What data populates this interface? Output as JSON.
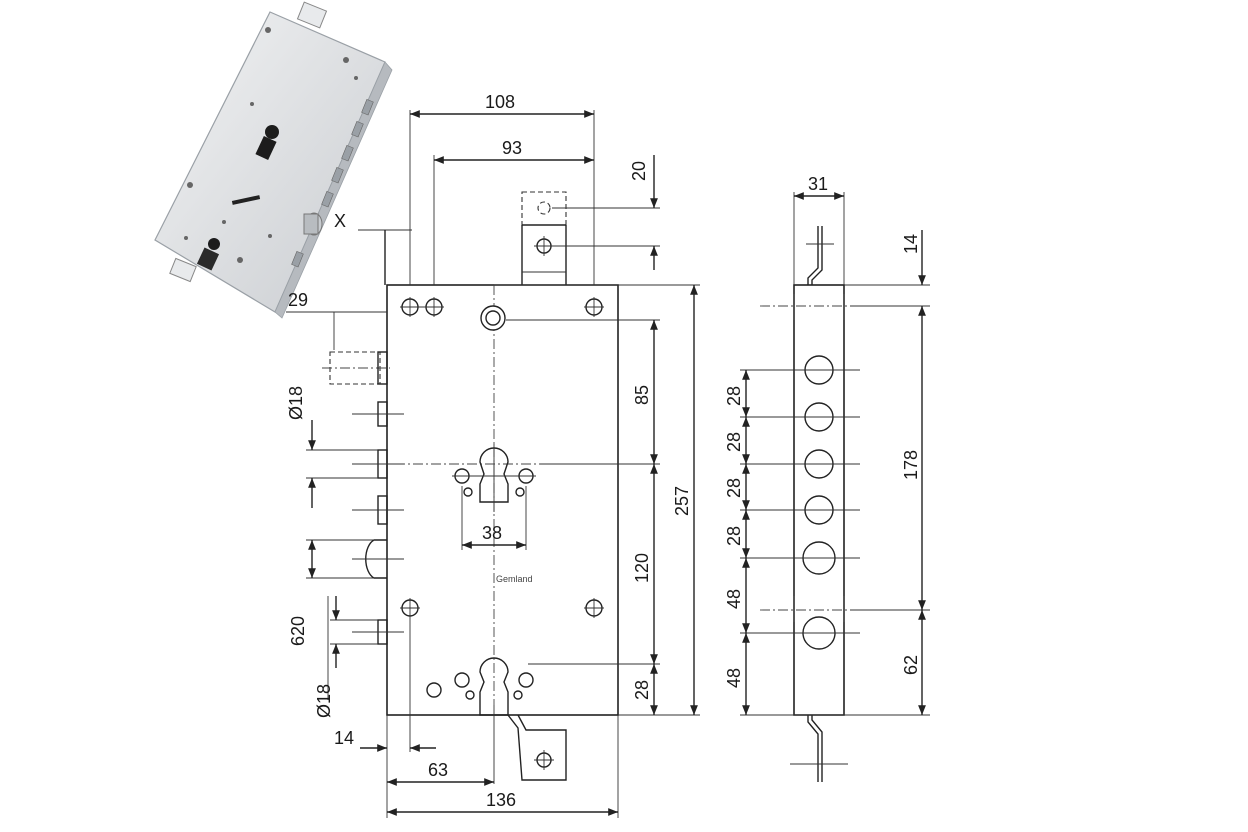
{
  "product": {
    "brand_label": "Gemland",
    "callout_x": "X"
  },
  "front_view": {
    "dimensions": {
      "width_top_outer": "108",
      "width_top_inner": "93",
      "top_tab_offset": "20",
      "latch_projection": "29",
      "bolt_diameter_top": "Ø18",
      "cylinder_to_top": "85",
      "cylinder_to_bottom": "120",
      "bottom_hole": "28",
      "overall_height": "257",
      "cylinder_hole_spacing": "38",
      "backset_vertical": "620",
      "bolt_diameter_bottom": "Ø18",
      "lower_offset": "14",
      "backset": "63",
      "overall_width": "136"
    }
  },
  "side_view": {
    "dimensions": {
      "thickness": "31",
      "top_offset": "14",
      "bolt_pitch_1": "28",
      "bolt_pitch_2": "28",
      "bolt_pitch_3": "28",
      "bolt_pitch_4": "28",
      "lower_pitch_1": "48",
      "lower_pitch_2": "48",
      "bolt_span": "178",
      "bottom_offset": "62"
    }
  }
}
